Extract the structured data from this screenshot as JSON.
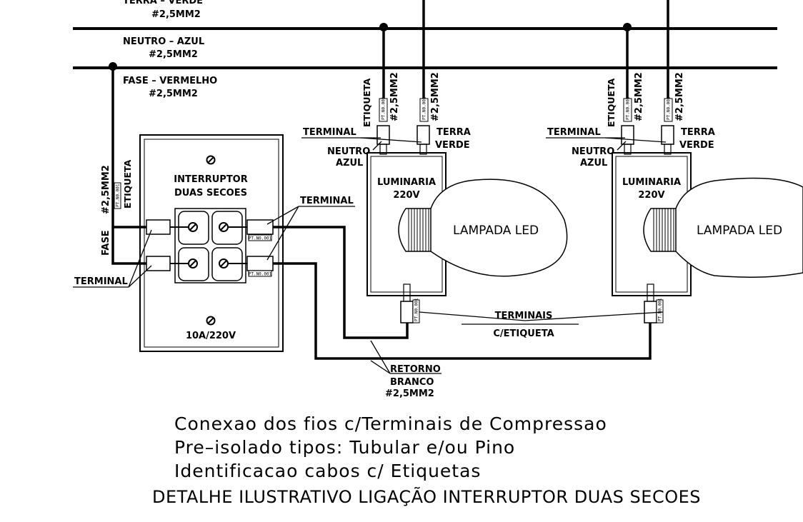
{
  "bus": {
    "terra_label": "TERRA – VERDE",
    "terra_gauge": "#2,5MM2",
    "neutro_label": "NEUTRO – AZUL",
    "neutro_gauge": "#2,5MM2",
    "fase_label": "FASE – VERMELHO",
    "fase_gauge": "#2,5MM2"
  },
  "switch": {
    "title_line1": "INTERRUPTOR",
    "title_line2": "DUAS SECOES",
    "rating": "10A/220V",
    "fase_label": "FASE",
    "fase_gauge": "#2,5MM2",
    "fase_tag": "ETIQUETA",
    "terminal_left_label": "TERMINAL",
    "terminal_right_label": "TERMINAL",
    "tag_code": "PT.N0.001"
  },
  "luminaires": [
    {
      "tag_label": "ETIQUETA",
      "neutro_gauge": "#2,5MM2",
      "terra_gauge": "#2,5MM2",
      "terminal_label": "TERMINAL",
      "neutro_label1": "NEUTRO",
      "neutro_label2": "AZUL",
      "terra_label1": "TERRA",
      "terra_label2": "VERDE",
      "title_line1": "LUMINARIA",
      "title_line2": "220V",
      "lamp_label": "LAMPADA LED",
      "tag_code": "PT.N0.001"
    },
    {
      "tag_label": "ETIQUETA",
      "neutro_gauge": "#2,5MM2",
      "terra_gauge": "#2,5MM2",
      "terminal_label": "TERMINAL",
      "neutro_label1": "NEUTRO",
      "neutro_label2": "AZUL",
      "terra_label1": "TERRA",
      "terra_label2": "VERDE",
      "title_line1": "LUMINARIA",
      "title_line2": "220V",
      "lamp_label": "LAMPADA LED",
      "tag_code": "PT.N0.001"
    }
  ],
  "terminais": {
    "line1": "TERMINAIS",
    "line2": "C/ETIQUETA"
  },
  "retorno": {
    "line1": "RETORNO",
    "line2": "BRANCO",
    "line3": "#2,5MM2"
  },
  "notes": [
    "Conexao dos fios c/Terminais de Compressao",
    "Pre–isolado tipos: Tubular e/ou Pino",
    "Identificacao cabos c/ Etiquetas"
  ],
  "title": "DETALHE ILUSTRATIVO LIGAÇÃO INTERRUPTOR DUAS SECOES"
}
